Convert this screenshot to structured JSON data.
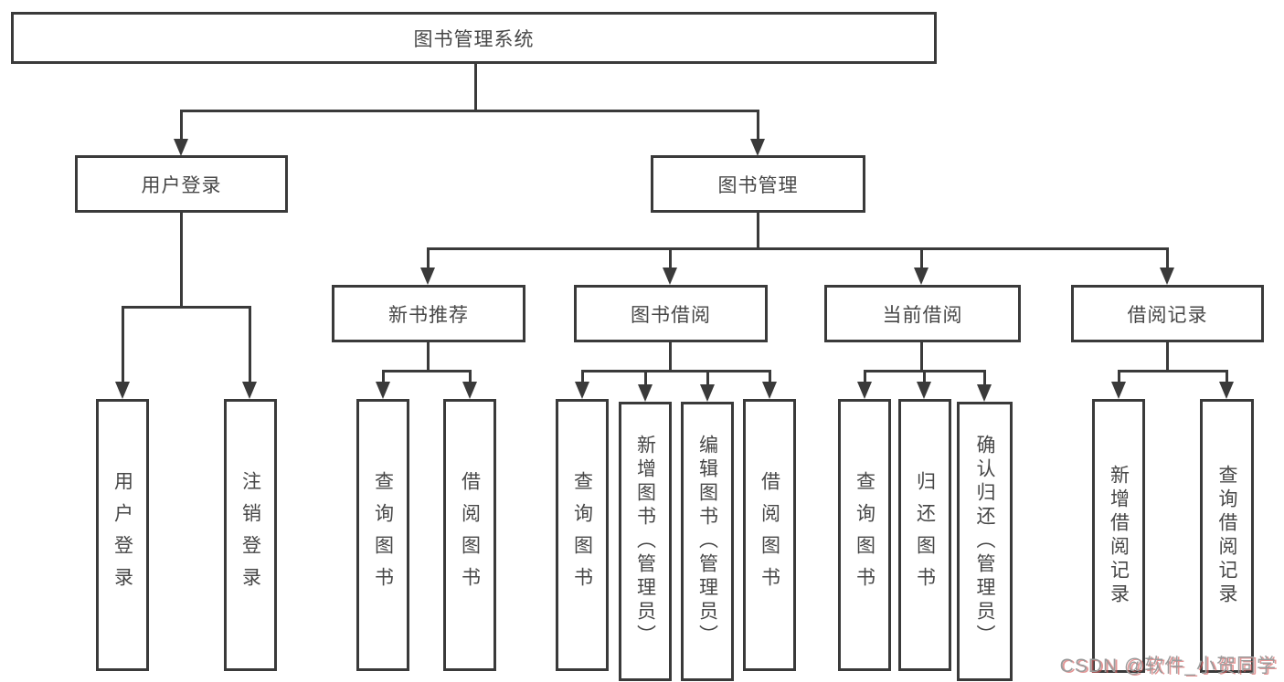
{
  "tree": {
    "label": "图书管理系统",
    "children": [
      {
        "label": "用户登录",
        "children": [
          {
            "label": "用户登录"
          },
          {
            "label": "注销登录"
          }
        ]
      },
      {
        "label": "图书管理",
        "children": [
          {
            "label": "新书推荐",
            "children": [
              {
                "label": "查询图书"
              },
              {
                "label": "借阅图书"
              }
            ]
          },
          {
            "label": "图书借阅",
            "children": [
              {
                "label": "查询图书"
              },
              {
                "label": "新增图书（管理员）"
              },
              {
                "label": "编辑图书（管理员）"
              },
              {
                "label": "借阅图书"
              }
            ]
          },
          {
            "label": "当前借阅",
            "children": [
              {
                "label": "查询图书"
              },
              {
                "label": "归还图书"
              },
              {
                "label": "确认归还（管理员）"
              }
            ]
          },
          {
            "label": "借阅记录",
            "children": [
              {
                "label": "新增借阅记录"
              },
              {
                "label": "查询借阅记录"
              }
            ]
          }
        ]
      }
    ]
  },
  "watermark": {
    "text": "CSDN @软件_小贺同学"
  },
  "colors": {
    "line": "#3a3a3a",
    "text": "#474747",
    "watermark": "#9b9b9b",
    "watermark_shadow": "#d65c5c"
  }
}
